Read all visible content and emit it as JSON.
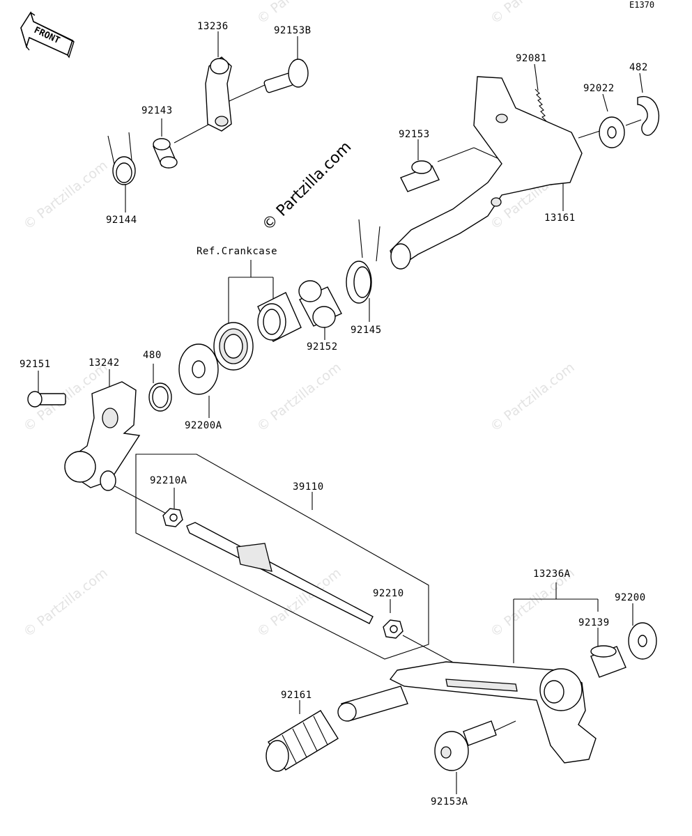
{
  "diagram_code": "E1370",
  "front_label": "FRONT",
  "watermark_main": "© Partzilla.com",
  "watermark_faint": "© Partzilla.com",
  "ref_label": "Ref.Crankcase",
  "parts": {
    "p13236": "13236",
    "p92153B": "92153B",
    "p92143": "92143",
    "p92144": "92144",
    "p92081": "92081",
    "p482": "482",
    "p92022": "92022",
    "p92153": "92153",
    "p13161": "13161",
    "p92145": "92145",
    "p92152": "92152",
    "p92151": "92151",
    "p13242": "13242",
    "p480": "480",
    "p92200A": "92200A",
    "p92210A": "92210A",
    "p39110": "39110",
    "p92210": "92210",
    "p13236A": "13236A",
    "p92200": "92200",
    "p92139": "92139",
    "p92161": "92161",
    "p92153A": "92153A"
  }
}
